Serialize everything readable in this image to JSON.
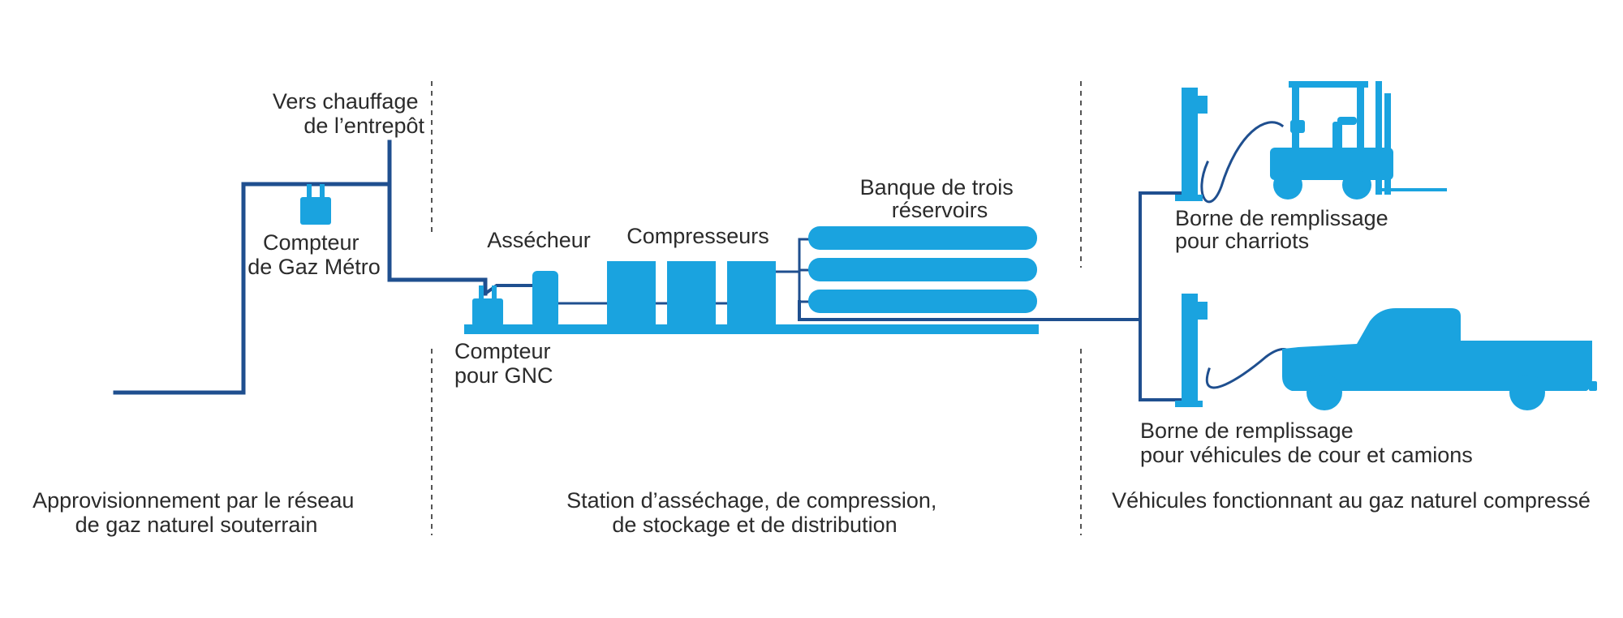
{
  "colors": {
    "pipe": "#1f4f8f",
    "equipment": "#1aa3df",
    "text": "#2b2b2b",
    "divider": "#555555"
  },
  "labels": {
    "heating": [
      "Vers chauffage",
      "de l’entrepôt"
    ],
    "gas_meter": [
      "Compteur",
      "de Gaz Métro"
    ],
    "dryer": "Assécheur",
    "compressors": "Compresseurs",
    "tank_bank": [
      "Banque de trois",
      "réservoirs"
    ],
    "cng_meter": [
      "Compteur",
      "pour GNC"
    ],
    "forklift_station": [
      "Borne de remplissage",
      "pour charriots"
    ],
    "truck_station": [
      "Borne de remplissage",
      "pour véhicules de cour et camions"
    ]
  },
  "sections": [
    {
      "lines": [
        "Approvisionnement par le réseau",
        "de gaz naturel souterrain"
      ]
    },
    {
      "lines": [
        "Station d’asséchage, de compression,",
        "de stockage et de distribution"
      ]
    },
    {
      "lines": [
        "Véhicules fonctionnant au gaz naturel compressé"
      ]
    }
  ],
  "icons": {
    "gas_meter": "meter-icon",
    "cng_meter": "meter-icon",
    "dryer": "dryer-icon",
    "compressors": "compressor-icon",
    "tanks": "storage-tank-icon",
    "dispensers": "fuel-dispenser-icon",
    "forklift": "forklift-icon",
    "truck": "pickup-truck-icon"
  }
}
